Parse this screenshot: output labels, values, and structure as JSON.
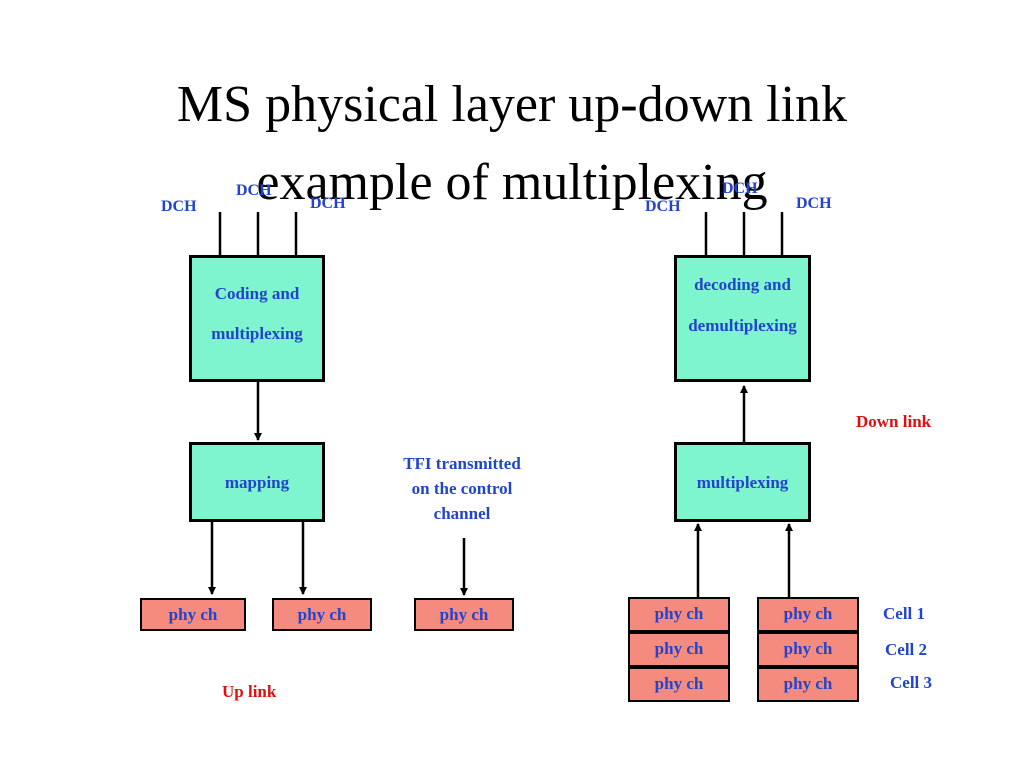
{
  "title": {
    "line1": "MS physical layer up-down link",
    "line2": "example of multiplexing"
  },
  "uplink": {
    "dch_labels": [
      "DCH",
      "DCH",
      "DCH"
    ],
    "coding_box": {
      "line1": "Coding and",
      "line2": "multiplexing"
    },
    "mapping_box": "mapping",
    "phy_channels": [
      "phy ch",
      "phy ch"
    ],
    "label": "Up link"
  },
  "control": {
    "tfi_line1": "TFI transmitted",
    "tfi_line2": "on the control",
    "tfi_line3": "channel",
    "phy_channel": "phy ch"
  },
  "downlink": {
    "dch_labels": [
      "DCH",
      "DCH",
      "DCH"
    ],
    "decoding_box": {
      "line1": "decoding and",
      "line2": "demultiplexing"
    },
    "multiplexing_box": "multiplexing",
    "phy_left": [
      "phy ch",
      "phy ch",
      "phy ch"
    ],
    "phy_right": [
      "phy ch",
      "phy ch",
      "phy ch"
    ],
    "cells": [
      "Cell 1",
      "Cell 2",
      "Cell 3"
    ],
    "label": "Down link"
  },
  "colors": {
    "box_fill": "#7ff5cf",
    "phy_fill": "#f58a7f",
    "label_blue": "#2244cc",
    "label_red": "#dd1111"
  }
}
